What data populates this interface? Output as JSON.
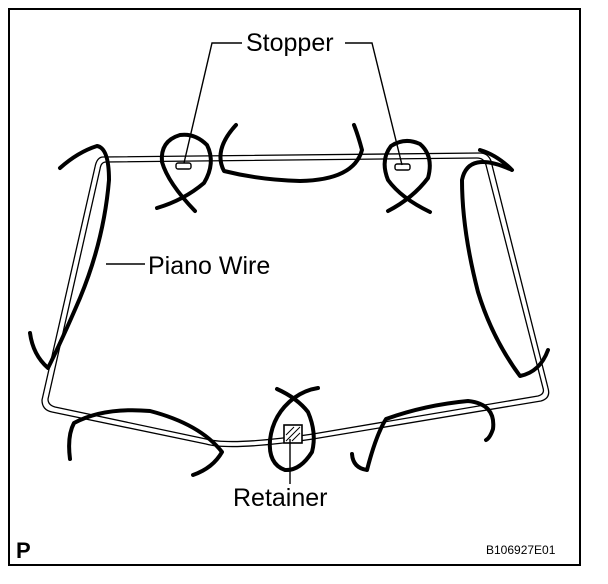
{
  "labels": {
    "stopper": "Stopper",
    "piano_wire": "Piano Wire",
    "retainer": "Retainer"
  },
  "footer": {
    "corner_letter": "P",
    "figure_code": "B106927E01"
  },
  "colors": {
    "ink": "#000000",
    "background": "#ffffff"
  }
}
